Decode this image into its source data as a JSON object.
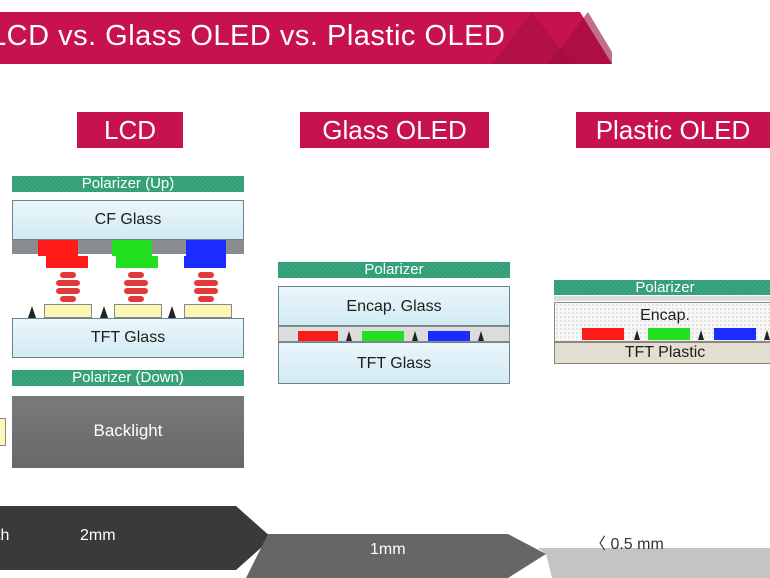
{
  "title": "LCD vs. Glass OLED vs. Plastic OLED",
  "colors": {
    "accent": "#c8124f",
    "polarizer": "#2f9e74",
    "backlight": "#707070"
  },
  "lcd": {
    "heading": "LCD",
    "polarizer_up": "Polarizer (Up)",
    "cf_glass": "CF Glass",
    "tft_glass": "TFT Glass",
    "polarizer_down": "Polarizer (Down)",
    "backlight": "Backlight"
  },
  "glass_oled": {
    "heading": "Glass OLED",
    "polarizer": "Polarizer",
    "encap_glass": "Encap. Glass",
    "tft_glass": "TFT Glass"
  },
  "plastic_oled": {
    "heading": "Plastic OLED",
    "polarizer": "Polarizer",
    "encap": "Encap.",
    "tft_plastic": "TFT Plastic"
  },
  "thickness": {
    "left_partial": "th",
    "lcd": "2mm",
    "glass_oled": "1mm",
    "plastic_oled": "〈 0.5 mm"
  }
}
